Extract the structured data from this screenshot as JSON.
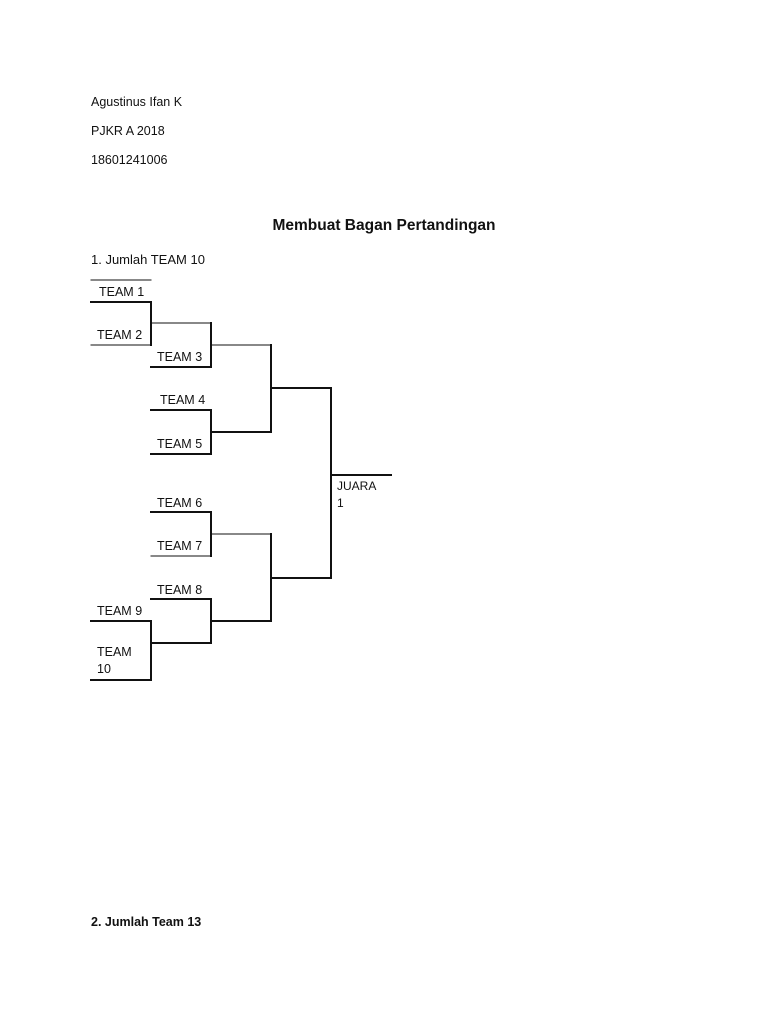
{
  "author": {
    "name": "Agustinus Ifan K",
    "class": "PJKR A 2018",
    "id": "18601241006"
  },
  "title": "Membuat Bagan Pertandingan",
  "section1": {
    "heading": "1. Jumlah TEAM 10",
    "teams": [
      "TEAM 1",
      "TEAM 2",
      "TEAM 3",
      "TEAM 4",
      "TEAM 5",
      "TEAM 6",
      "TEAM 7",
      "TEAM 8",
      "TEAM 9",
      "TEAM 10"
    ],
    "winner": "JUARA 1"
  },
  "section2": {
    "heading": "2. Jumlah Team 13"
  }
}
